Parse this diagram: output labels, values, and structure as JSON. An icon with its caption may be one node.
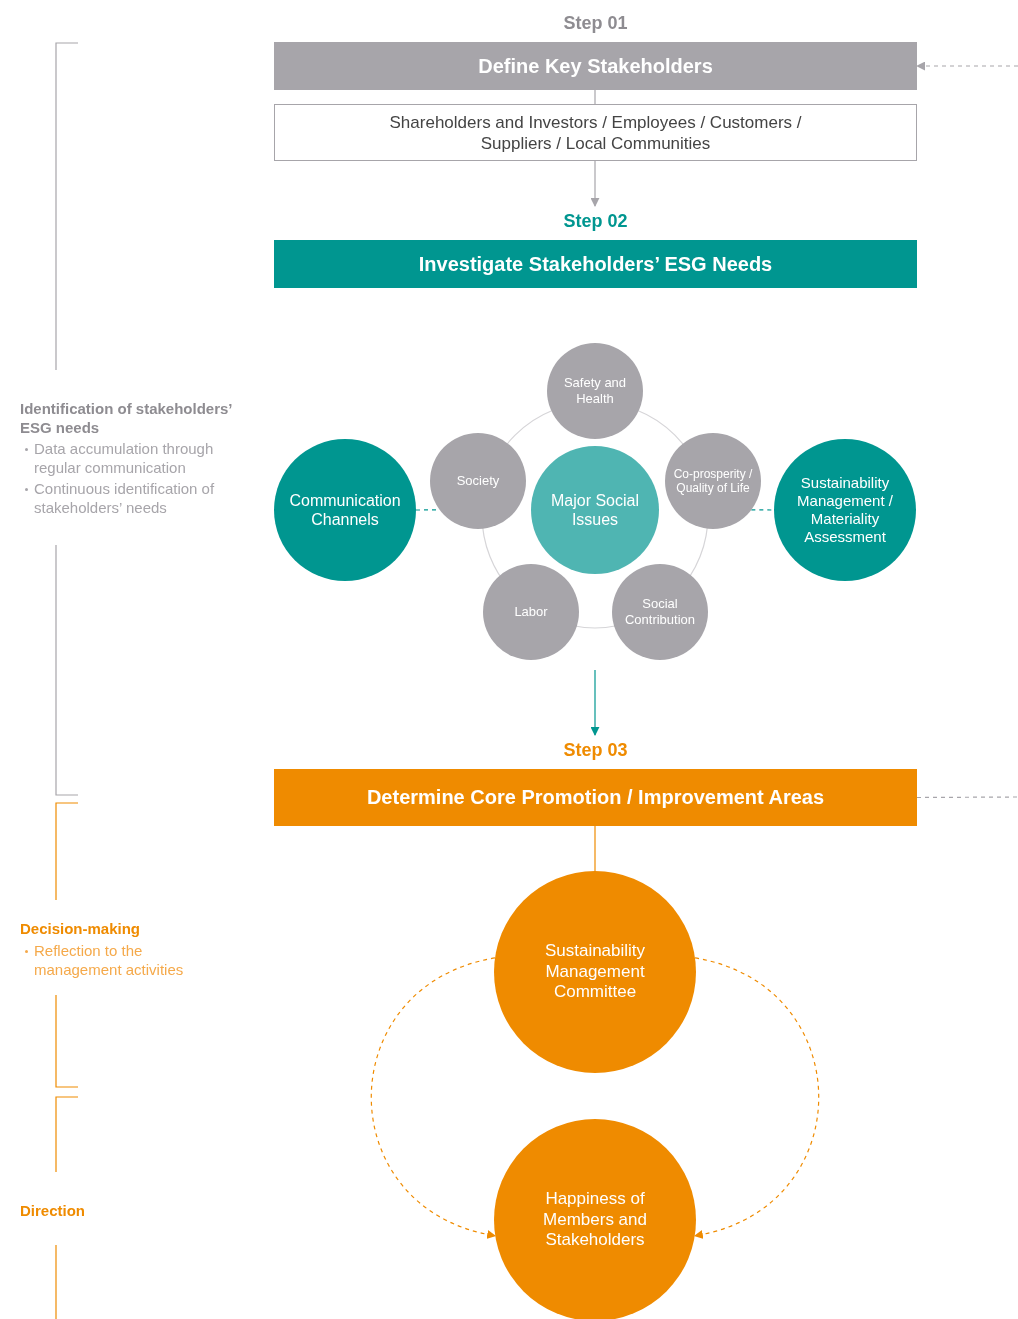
{
  "diagram": {
    "nodes": [
      {
        "text": [
          "Step 01",
          "Define Key Stakeholders"
        ]
      },
      {
        "text": [
          "Shareholders and Investors / Employees / Customers / Suppliers / Local Communities"
        ]
      },
      {
        "text": [
          "Step 02",
          "Investigate Stakeholders’ ESG Needs"
        ]
      },
      {
        "text": [
          "Communication Channels"
        ]
      },
      {
        "text": [
          "Major Social Issues"
        ]
      },
      {
        "text": [
          "Safety and Health"
        ]
      },
      {
        "text": [
          "Society"
        ]
      },
      {
        "text": [
          "Co-prosperity / Quality of Life"
        ]
      },
      {
        "text": [
          "Labor"
        ]
      },
      {
        "text": [
          "Social Contribution"
        ]
      },
      {
        "text": [
          "Sustainability Management / Materiality Assessment"
        ]
      },
      {
        "text": [
          "Step 03",
          "Determine Core Promotion / Improvement Areas"
        ]
      },
      {
        "text": [
          "Sustainability Management Committee"
        ]
      },
      {
        "text": [
          "Happiness of Members and Stakeholders"
        ]
      }
    ],
    "edges": [
      {
        "from": 0,
        "to": 1,
        "arrow": "none"
      },
      {
        "from": 1,
        "to": 2,
        "arrow": "to"
      },
      {
        "from": 3,
        "to": 6,
        "arrow": "none",
        "style": "dashed",
        "color": "#009690"
      },
      {
        "from": 7,
        "to": 10,
        "arrow": "none",
        "style": "dashed",
        "color": "#009690"
      },
      {
        "from": null,
        "to": 11,
        "arrow": "to",
        "color": "#009690"
      },
      {
        "from": 11,
        "to": 12,
        "arrow": "none",
        "color": "#ef8b00"
      },
      {
        "from": 12,
        "to": 13,
        "arrow": "to",
        "style": "dashed",
        "color": "#ef8b00"
      },
      {
        "from": 12,
        "to": 13,
        "arrow": "to",
        "style": "dashed",
        "color": "#ef8b00"
      },
      {
        "from": null,
        "to": 0,
        "arrow": "to",
        "style": "dashed"
      },
      {
        "from": 11,
        "to": null,
        "arrow": "none",
        "style": "dashed"
      }
    ],
    "labels": [
      "Identification of stakeholders’ ESG needs",
      "Data accumulation through regular communication",
      "Continuous identification of stakeholders’ needs",
      "Decision-making",
      "Reflection to the management activities",
      "Direction"
    ]
  }
}
